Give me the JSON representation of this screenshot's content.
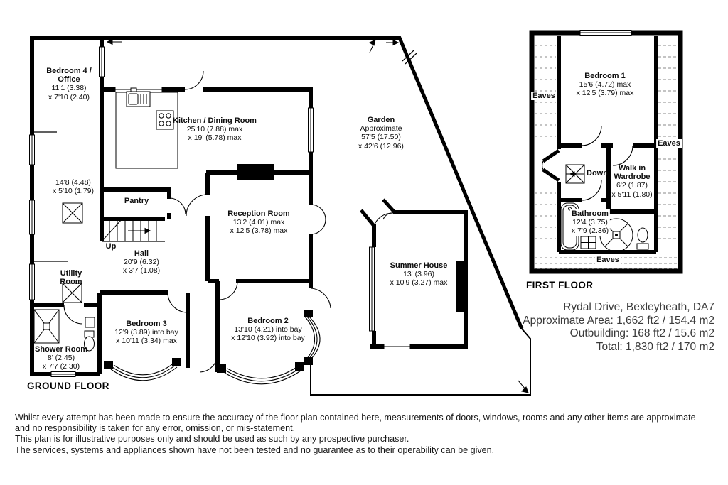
{
  "ground_floor": {
    "title": "GROUND FLOOR",
    "bedroom4": [
      "Bedroom 4 /",
      "Office",
      "11'1 (3.38)",
      "x 7'10 (2.40)"
    ],
    "corridor": [
      "14'8 (4.48)",
      "x 5'10 (1.79)"
    ],
    "kitchen": [
      "Kitchen / Dining Room",
      "25'10 (7.88) max",
      "x 19' (5.78) max"
    ],
    "pantry": "Pantry",
    "up": "Up",
    "hall": [
      "Hall",
      "20'9 (6.32)",
      "x 3'7 (1.08)"
    ],
    "utility": [
      "Utility",
      "Room"
    ],
    "reception": [
      "Reception Room",
      "13'2 (4.01) max",
      "x 12'5 (3.78) max"
    ],
    "bedroom3": [
      "Bedroom 3",
      "12'9 (3.89) into bay",
      "x 10'11 (3.34) max"
    ],
    "bedroom2": [
      "Bedroom 2",
      "13'10 (4.21) into bay",
      "x 12'10 (3.92) into bay"
    ],
    "shower_room": [
      "Shower Room",
      "8' (2.45)",
      "x 7'7 (2.30)"
    ],
    "garden": [
      "Garden",
      "Approximate",
      "57'5 (17.50)",
      "x 42'6 (12.96)"
    ],
    "summer_house": [
      "Summer House",
      "13' (3.96)",
      "x 10'9 (3.27) max"
    ]
  },
  "first_floor": {
    "title": "FIRST FLOOR",
    "bedroom1": [
      "Bedroom 1",
      "15'6 (4.72) max",
      "x 12'5 (3.79) max"
    ],
    "eaves": "Eaves",
    "down": "Down",
    "wardrobe": [
      "Walk in",
      "Wardrobe",
      "6'2 (1.87)",
      "x 5'11 (1.80)"
    ],
    "bathroom": [
      "Bathroom",
      "12'4 (3.75)",
      "x 7'9 (2.36)"
    ]
  },
  "info": {
    "address": "Rydal Drive, Bexleyheath, DA7",
    "approximate_area": "Approximate Area: 1,662 ft2 / 154.4 m2",
    "outbuilding": "Outbuilding: 168 ft2 / 15.6 m2",
    "total": "Total: 1,830 ft2 / 170 m2"
  },
  "disclaimer": [
    "Whilst every attempt has been made to ensure the accuracy of the floor plan contained here, measurements of doors, windows, rooms and any other items are approximate",
    "and no responsibility is taken for any error, omission, or mis-statement.",
    "This plan is for illustrative purposes only and should be used as such by any prospective purchaser.",
    "The services, systems and appliances shown have not been tested and no guarantee as to their operability can be given."
  ],
  "colors": {
    "walls": "#000000",
    "text": "#0d0d0d",
    "info_text": "#3b3b3b"
  }
}
